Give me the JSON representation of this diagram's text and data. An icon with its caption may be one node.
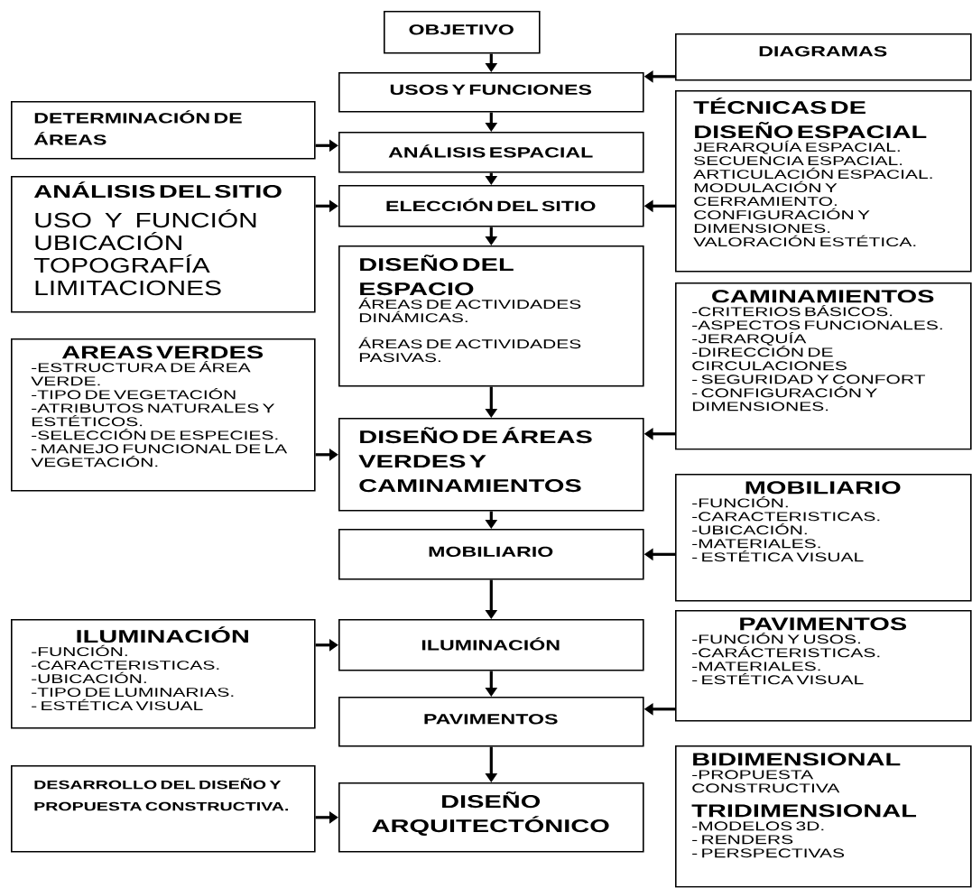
{
  "diagram": {
    "nodes": [
      {
        "text": [
          "OBJETIVO"
        ]
      },
      {
        "text": [
          "DIAGRAMAS"
        ]
      },
      {
        "text": [
          "USOS Y FUNCIONES"
        ]
      },
      {
        "text": [
          "DETERMINACIÓN DE ÁREAS"
        ]
      },
      {
        "text": [
          "TÉCNICAS DE DISEÑO ESPACIAL",
          "JERARQUÍA ESPACIAL.",
          "SECUENCIA ESPACIAL.",
          "ARTICULACIÓN ESPACIAL.",
          "MODULACIÓN Y CERRAMIENTO.",
          "CONFIGURACIÓN Y DIMENSIONES.",
          "VALORACIÓN ESTÉTICA."
        ]
      },
      {
        "text": [
          "ANÁLISIS ESPACIAL"
        ]
      },
      {
        "text": [
          "ANÁLISIS DEL SITIO",
          "USO Y FUNCIÓN",
          "UBICACIÓN",
          "TOPOGRAFÍA",
          "LIMITACIONES"
        ]
      },
      {
        "text": [
          "ELECCIÓN DEL SITIO"
        ]
      },
      {
        "text": [
          "DISEÑO DEL ESPACIO",
          "ÁREAS DE ACTIVIDADES DINÁMICAS.",
          "ÁREAS DE ACTIVIDADES PASIVAS."
        ]
      },
      {
        "text": [
          "CAMINAMIENTOS",
          "-CRITERIOS BÁSICOS.",
          "-ASPECTOS FUNCIONALES.",
          "-JERARQUÍA",
          "-DIRECCIÓN DE CIRCULACIONES",
          "- SEGURIDAD Y CONFORT",
          "- CONFIGURACIÓN Y DIMENSIONES."
        ]
      },
      {
        "text": [
          "AREAS VERDES",
          "-ESTRUCTURA DE ÁREA VERDE.",
          "-TIPO DE VEGETACIÓN",
          "-ATRIBUTOS NATURALES Y ESTÉTICOS.",
          "-SELECCIÓN DE ESPECIES.",
          "- MANEJO FUNCIONAL DE LA VEGETACIÓN."
        ]
      },
      {
        "text": [
          "DISEÑO DE ÁREAS VERDES Y CAMINAMIENTOS"
        ]
      },
      {
        "text": [
          "MOBILIARIO",
          "-FUNCIÓN.",
          "-CARACTERISTICAS.",
          "-UBICACIÓN.",
          "-MATERIALES.",
          "- ESTÉTICA VISUAL"
        ]
      },
      {
        "text": [
          "MOBILIARIO"
        ]
      },
      {
        "text": [
          "ILUMINACIÓN",
          "-FUNCIÓN.",
          "-CARACTERISTICAS.",
          "-UBICACIÓN.",
          "-TIPO DE LUMINARIAS.",
          "- ESTÉTICA VISUAL"
        ]
      },
      {
        "text": [
          "ILUMINACIÓN"
        ]
      },
      {
        "text": [
          "PAVIMENTOS",
          "-FUNCIÓN Y USOS.",
          "-CARÁCTERISTICAS.",
          "-MATERIALES.",
          "- ESTÉTICA VISUAL"
        ]
      },
      {
        "text": [
          "PAVIMENTOS"
        ]
      },
      {
        "text": [
          "DESARROLLO DEL DISEÑO Y PROPUESTA CONSTRUCTIVA."
        ]
      },
      {
        "text": [
          "BIDIMENSIONAL",
          "-PROPUESTA CONSTRUCTIVA",
          "TRIDIMENSIONAL",
          "-MODELOS 3D.",
          "- RENDERS",
          "- PERSPECTIVAS"
        ]
      },
      {
        "text": [
          "DISEÑO ARQUITECTÓNICO"
        ]
      }
    ],
    "edges": [
      {
        "from": 0,
        "to": 2,
        "arrow": "to"
      },
      {
        "from": 1,
        "to": 2,
        "arrow": "to"
      },
      {
        "from": 2,
        "to": 5,
        "arrow": "to"
      },
      {
        "from": 3,
        "to": 5,
        "arrow": "to"
      },
      {
        "from": 5,
        "to": 7,
        "arrow": "to"
      },
      {
        "from": 6,
        "to": 7,
        "arrow": "to"
      },
      {
        "from": 4,
        "to": 7,
        "arrow": "to"
      },
      {
        "from": 7,
        "to": 8,
        "arrow": "to"
      },
      {
        "from": 8,
        "to": 11,
        "arrow": "to"
      },
      {
        "from": 10,
        "to": 11,
        "arrow": "to"
      },
      {
        "from": 9,
        "to": 11,
        "arrow": "to"
      },
      {
        "from": 11,
        "to": 13,
        "arrow": "to"
      },
      {
        "from": 12,
        "to": 13,
        "arrow": "to"
      },
      {
        "from": 13,
        "to": 15,
        "arrow": "to"
      },
      {
        "from": 14,
        "to": 15,
        "arrow": "to"
      },
      {
        "from": 15,
        "to": 17,
        "arrow": "to"
      },
      {
        "from": 16,
        "to": 17,
        "arrow": "to"
      },
      {
        "from": 17,
        "to": 20,
        "arrow": "to"
      },
      {
        "from": 18,
        "to": 20,
        "arrow": "to"
      }
    ]
  }
}
